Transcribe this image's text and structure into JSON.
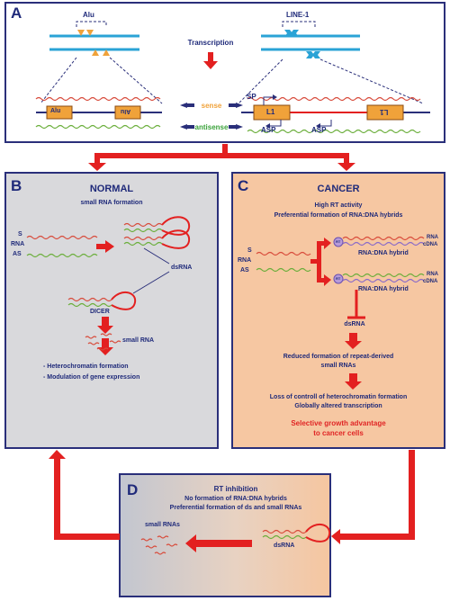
{
  "panel_a": {
    "label": "A",
    "alu": "Alu",
    "line1": "LINE-1",
    "transcription": "Transcription",
    "sense": "sense",
    "antisense": "antisense",
    "sp": "SP",
    "asp1": "ASP",
    "asp2": "ASP",
    "box_alu1": "Alu",
    "box_alu2": "Alu",
    "box_l1a": "L1",
    "box_l1b": "L1"
  },
  "panel_b": {
    "label": "B",
    "title": "NORMAL",
    "subtitle": "small RNA formation",
    "s": "S",
    "rna": "RNA",
    "as": "AS",
    "dsrna": "dsRNA",
    "dicer": "DICER",
    "small_rna": "small RNA",
    "bullet1": "- Heterochromatin formation",
    "bullet2": "- Modulation of gene expression"
  },
  "panel_c": {
    "label": "C",
    "title": "CANCER",
    "sub1": "High RT activity",
    "sub2": "Preferential formation of RNA:DNA hybrids",
    "s": "S",
    "rna": "RNA",
    "as": "AS",
    "rt": "RT",
    "rna_top": "RNA",
    "cdna_top": "cDNA",
    "hybrid_top": "RNA:DNA hybrid",
    "rna_bot": "RNA",
    "cdna_bot": "cDNA",
    "hybrid_bot": "RNA:DNA hybrid",
    "dsrna": "dsRNA",
    "reduced1": "Reduced formation of repeat-derived",
    "reduced2": "small RNAs",
    "loss1": "Loss of controll of heterochromatin formation",
    "loss2": "Globally altered transcription",
    "adv1": "Selective growth advantage",
    "adv2": "to cancer cells"
  },
  "panel_d": {
    "label": "D",
    "title": "RT inhibition",
    "sub1": "No formation of RNA:DNA hybrids",
    "sub2": "Preferential formation of ds and small RNAs",
    "small_rnas": "small RNAs",
    "dsrna": "dsRNA"
  },
  "colors": {
    "navy": "#2a2f7a",
    "red": "#e32020",
    "orange": "#f0a23a",
    "green": "#3aa23a",
    "blue": "#2aa3d6",
    "grey_panel": "#d9d9dc",
    "peach_panel": "#f6c7a2",
    "alert_red": "#e02525"
  }
}
